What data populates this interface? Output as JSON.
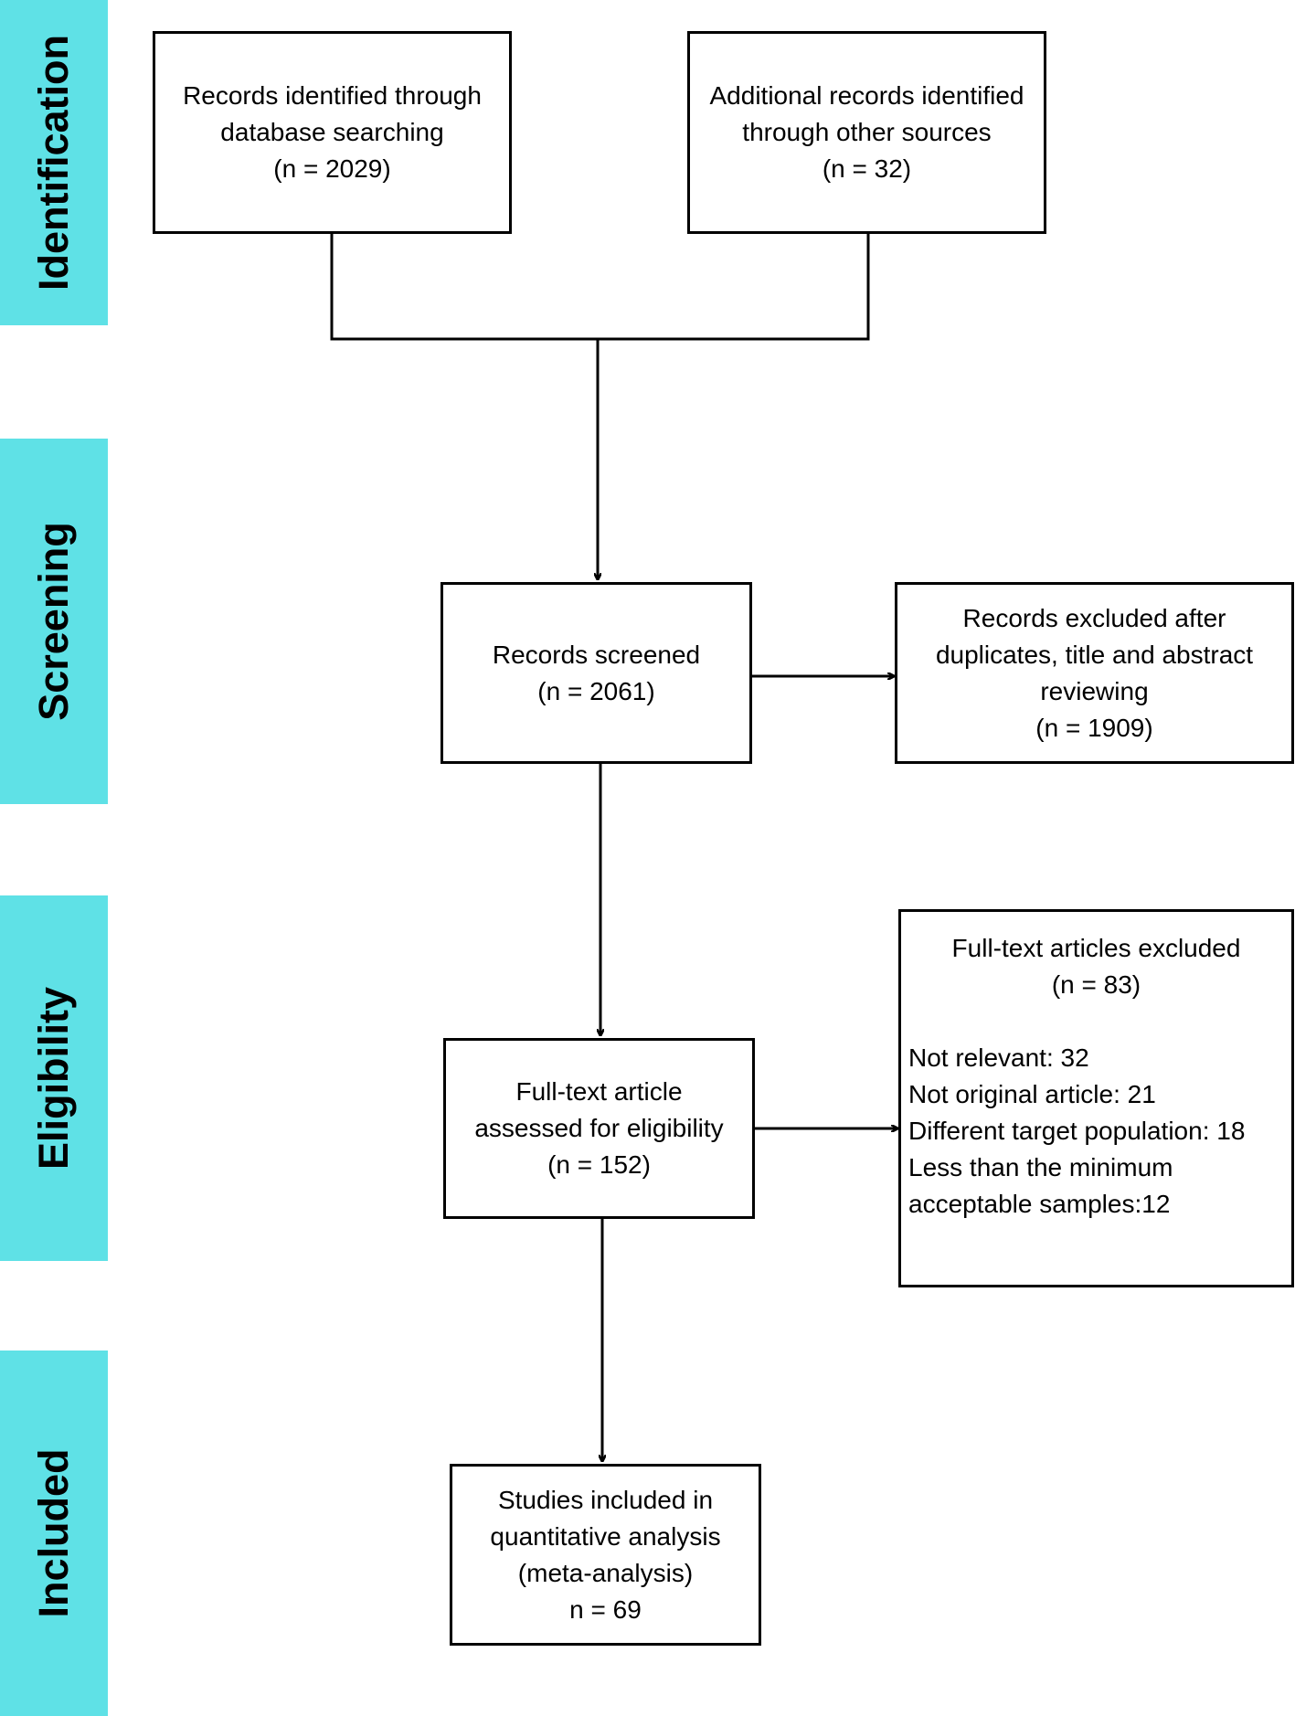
{
  "stages": [
    {
      "label": "Identification"
    },
    {
      "label": "Screening"
    },
    {
      "label": "Eligibility"
    },
    {
      "label": "Included"
    }
  ],
  "boxes": {
    "database": {
      "lines": [
        "Records identified through",
        "database searching",
        "(n = 2029)"
      ]
    },
    "other_sources": {
      "lines": [
        "Additional records identified",
        "through other sources",
        "(n = 32)"
      ]
    },
    "screened": {
      "lines": [
        "Records screened",
        "(n = 2061)"
      ]
    },
    "excluded_screening": {
      "lines": [
        "Records excluded after",
        "duplicates, title and abstract",
        "reviewing",
        "(n = 1909)"
      ]
    },
    "eligibility": {
      "lines": [
        "Full-text article",
        "assessed for eligibility",
        "(n = 152)"
      ]
    },
    "excluded_fulltext": {
      "header": [
        "Full-text articles excluded",
        "(n = 83)"
      ],
      "items": [
        "Not relevant: 32",
        "Not original article: 21",
        "Different target population: 18",
        "Less than the minimum",
        "acceptable samples:12"
      ]
    },
    "included": {
      "lines": [
        "Studies included in",
        "quantitative analysis",
        "(meta-analysis)",
        "n = 69"
      ]
    }
  },
  "colors": {
    "stage_band": "#5fe1e6",
    "stroke": "#000000"
  }
}
